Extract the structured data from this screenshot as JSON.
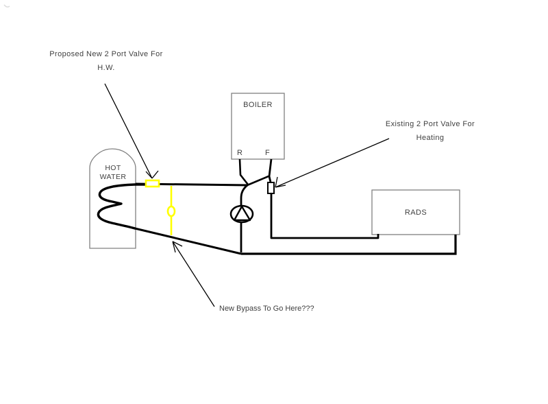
{
  "diagram": {
    "type": "heating-system-sketch",
    "colors": {
      "pipe": "#000000",
      "box_outline": "#808080",
      "text": "#3f3f3f",
      "highlight": "#ffff00",
      "background": "#ffffff"
    },
    "components": {
      "hot_water_cylinder": "hot-water-cylinder-symbol",
      "boiler": "boiler-box",
      "rads": "radiators-box",
      "pump": "pump-symbol",
      "proposed_valve": "proposed-two-port-valve-symbol",
      "existing_valve": "existing-two-port-valve-symbol",
      "bypass": "proposed-bypass-with-valve-symbol"
    },
    "labels": {
      "proposed_valve": {
        "line1": "Proposed New 2 Port Valve For",
        "line2": "H.W."
      },
      "boiler": {
        "name": "BOILER",
        "return_port": "R",
        "flow_port": "F"
      },
      "existing_valve": {
        "line1": "Existing 2 Port Valve For",
        "line2": "Heating"
      },
      "hot_water": {
        "line1": "HOT",
        "line2": "WATER"
      },
      "rads": {
        "name": "RADS"
      },
      "bypass": {
        "text": "New Bypass To Go Here???"
      }
    }
  }
}
